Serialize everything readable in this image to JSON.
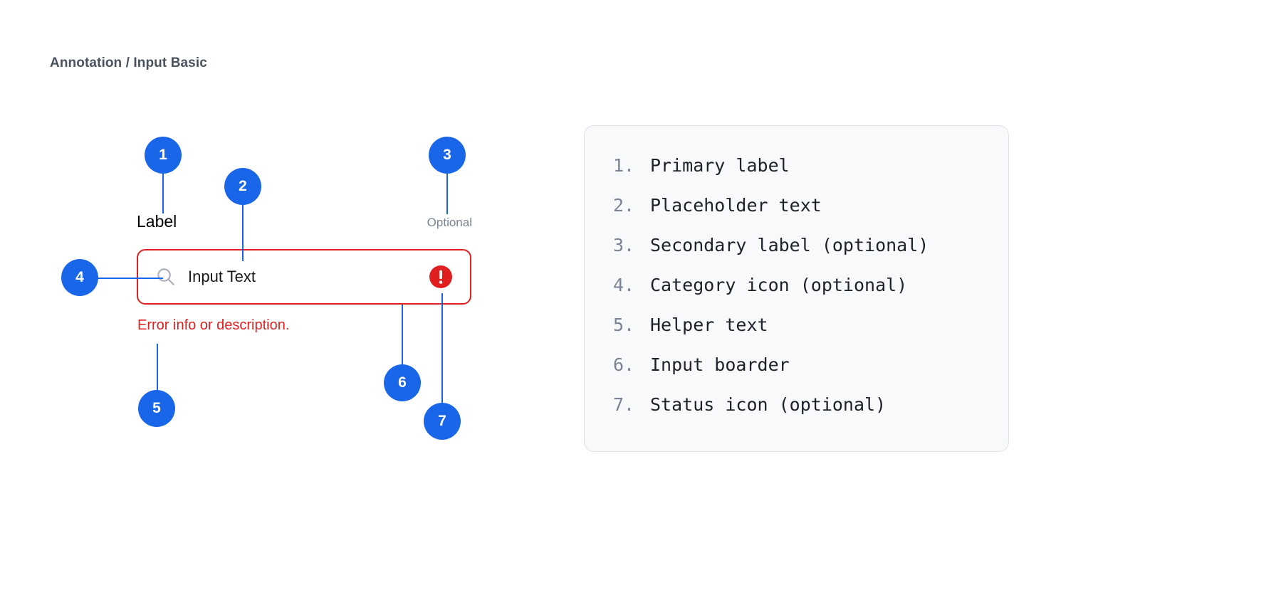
{
  "page": {
    "title": "Annotation / Input Basic"
  },
  "colors": {
    "badge_blue": "#1a66e8",
    "error_red": "#e02020",
    "title_gray": "#4a5260",
    "secondary_gray": "#7b8494",
    "panel_bg": "#f7f9fb",
    "panel_border": "#dfe3e8"
  },
  "input_component": {
    "primary_label": "Label",
    "secondary_label": "Optional",
    "placeholder": "Input Text",
    "helper_text": "Error info or description.",
    "category_icon": "search-icon",
    "status_icon": "error-exclamation-icon"
  },
  "annotations": [
    {
      "number": "1",
      "target": "primary-label"
    },
    {
      "number": "2",
      "target": "placeholder-text"
    },
    {
      "number": "3",
      "target": "secondary-label"
    },
    {
      "number": "4",
      "target": "category-icon"
    },
    {
      "number": "5",
      "target": "helper-text"
    },
    {
      "number": "6",
      "target": "input-border"
    },
    {
      "number": "7",
      "target": "status-icon"
    }
  ],
  "legend": {
    "items": [
      {
        "num": "1.",
        "text": "Primary label"
      },
      {
        "num": "2.",
        "text": "Placeholder text"
      },
      {
        "num": "3.",
        "text": "Secondary label (optional)"
      },
      {
        "num": "4.",
        "text": "Category icon (optional)"
      },
      {
        "num": "5.",
        "text": "Helper text"
      },
      {
        "num": "6.",
        "text": "Input boarder"
      },
      {
        "num": "7.",
        "text": "Status icon (optional)"
      }
    ]
  }
}
